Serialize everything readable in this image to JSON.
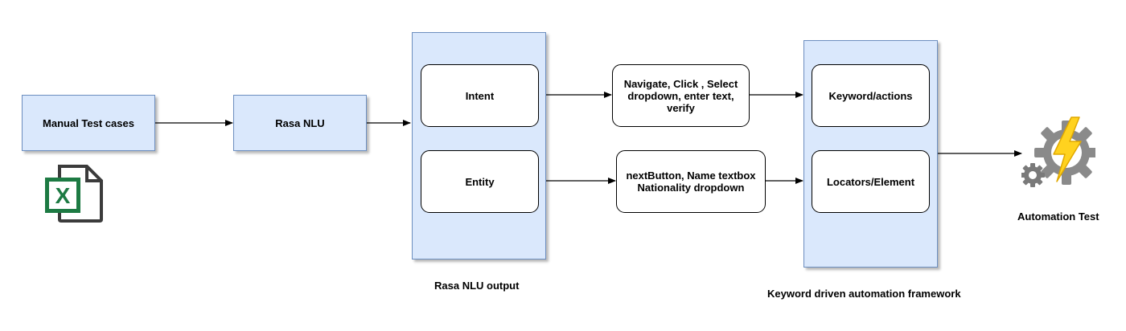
{
  "nodes": {
    "manual_test_cases": "Manual Test cases",
    "rasa_nlu": "Rasa NLU",
    "intent": "Intent",
    "entity": "Entity",
    "intent_actions": "Navigate, Click , Select dropdown, enter text, verify",
    "entity_elements_line1": "nextButton, Name textbox",
    "entity_elements_line2": "Nationality dropdown",
    "keyword_actions": "Keyword/actions",
    "locators_element": "Locators/Element"
  },
  "labels": {
    "rasa_output": "Rasa NLU output",
    "framework": "Keyword driven automation framework",
    "automation_test": "Automation Test"
  },
  "icons": {
    "excel": "excel-file-icon",
    "automation": "gear-lightning-icon"
  },
  "colors": {
    "box_fill": "#dae8fc",
    "box_border": "#6c8ebf",
    "excel_green": "#1d7a43",
    "gear_gray": "#888888",
    "bolt_yellow": "#ffd21f"
  }
}
